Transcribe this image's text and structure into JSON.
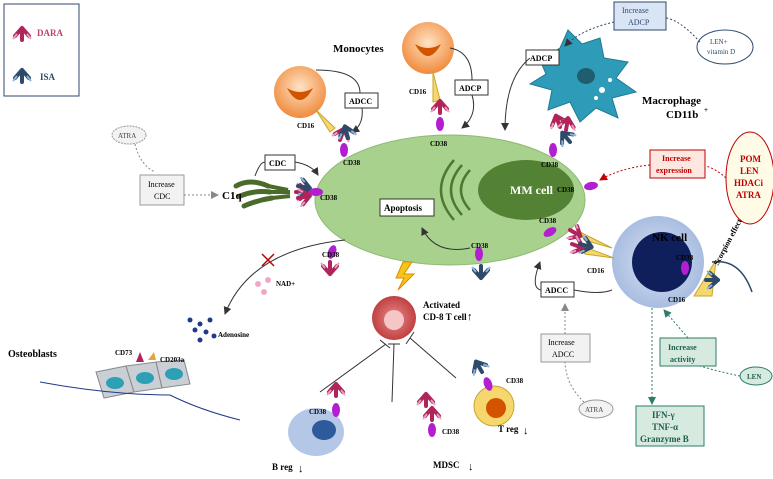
{
  "legend": {
    "dara": "DARA",
    "isa": "ISA"
  },
  "mm_cell": "MM cell",
  "apoptosis": "Apoptosis",
  "monocytes": "Monocytes",
  "adcc": "ADCC",
  "adcp": "ADCP",
  "cdc": "CDC",
  "c1q": "C1q",
  "cd16": "CD16",
  "cd38": "CD38",
  "macrophage": {
    "line1": "Macrophage",
    "line2": "CD11b",
    "sup": "+"
  },
  "increase_adcp": {
    "line1": "Increase",
    "line2": "ADCP"
  },
  "len_vitd": {
    "line1": "LEN+",
    "line2": "vitamin D"
  },
  "atra": "ATRA",
  "increase_cdc": {
    "line1": "Increase",
    "line2": "CDC"
  },
  "increase_expression": {
    "line1": "Increase",
    "line2": "expression"
  },
  "drugs": [
    "POM",
    "LEN",
    "HDACi",
    "ATRA"
  ],
  "nk_cell": "NK cell",
  "scorpion": "Scorpion effect",
  "increase_adcc": {
    "line1": "Increase",
    "line2": "ADCC"
  },
  "increase_activity": {
    "line1": "Increase",
    "line2": "activity"
  },
  "len": "LEN",
  "cytokines": [
    "IFN-γ",
    "TNF-α",
    "Granzyme B"
  ],
  "nad": "NAD+",
  "adenosine": "Adenosine",
  "osteoblasts": "Osteoblasts",
  "cd73": "CD73",
  "cd203a": "CD203a",
  "tcell": {
    "line1": "Activated",
    "line2": "CD-8 T cell",
    "arrow": "↑"
  },
  "breg": {
    "label": "B reg",
    "arrow": "↓"
  },
  "treg": {
    "label": "T reg",
    "arrow": "↓"
  },
  "mdsc": {
    "label": "MDSC",
    "arrow": "↓"
  },
  "colors": {
    "dara": "#b0245c",
    "isa": "#2e4a6b",
    "mm": "#a9d18e",
    "nucleus": "#548235",
    "cd38": "#b31ed1",
    "nk": "#b4c7e7",
    "nk_nucleus": "#0f1f5c",
    "monocyte": "#f4a460",
    "macrophage": "#2e9bb8"
  }
}
